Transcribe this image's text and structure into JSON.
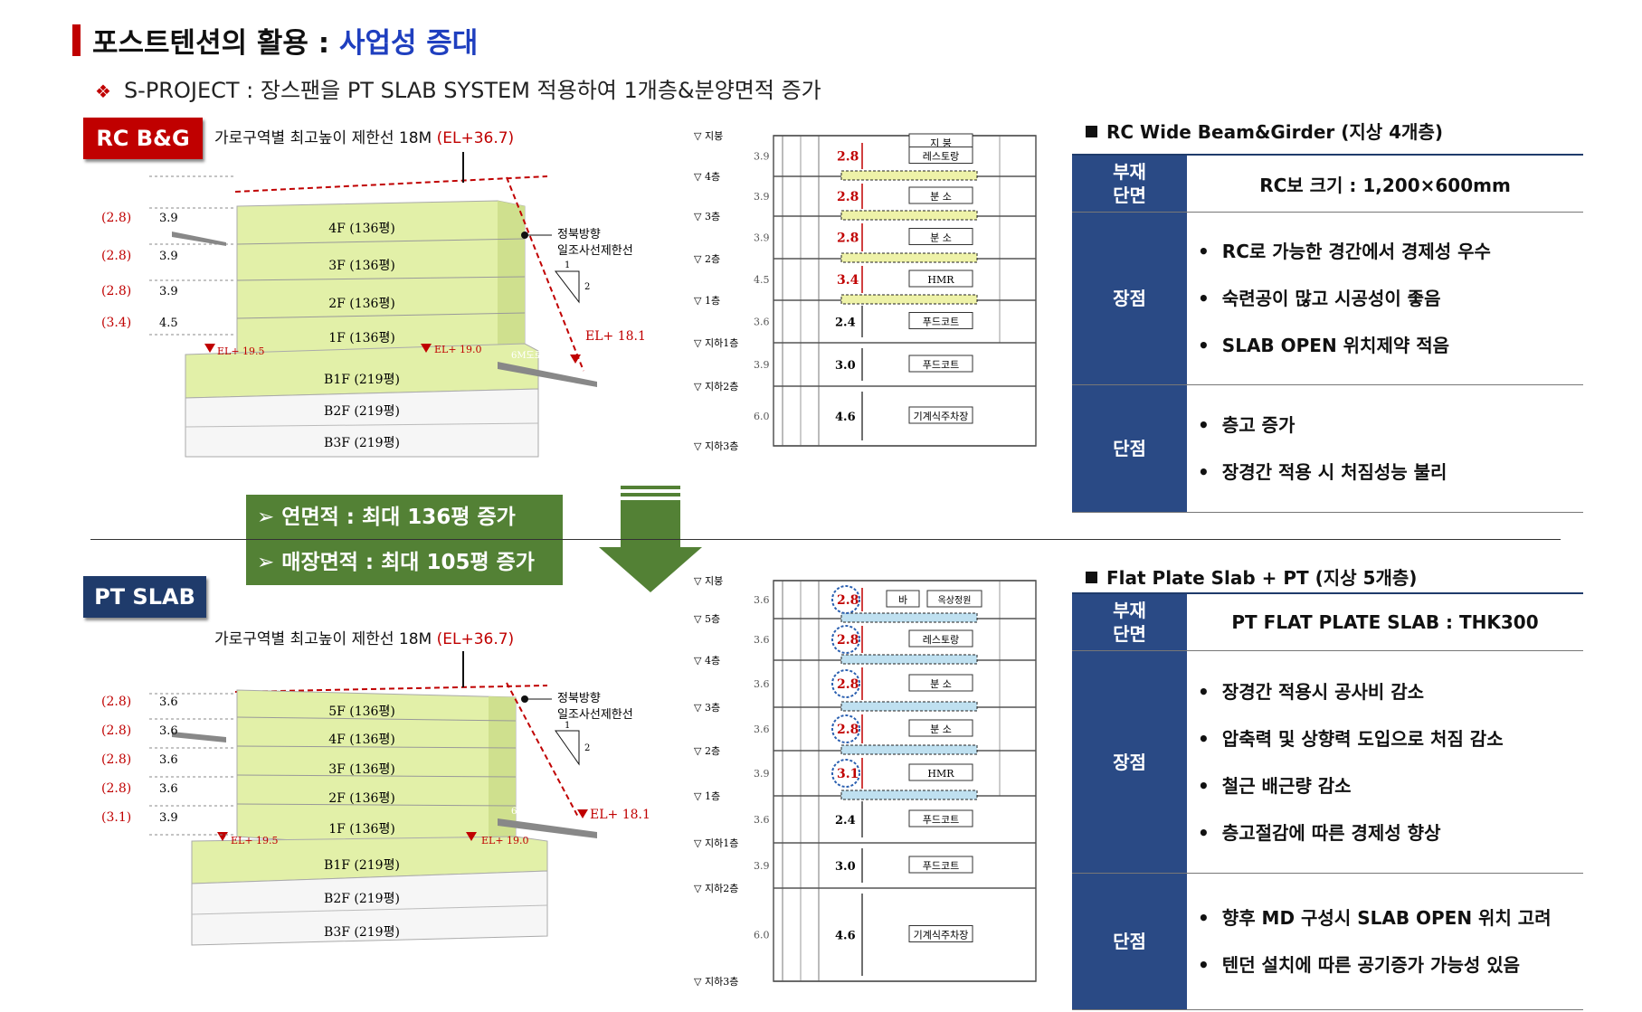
{
  "header": {
    "title_main": "포스트텐션의  활용 : ",
    "title_accent": "사업성 증대",
    "subtitle": "S-PROJECT : 장스팬을 PT SLAB SYSTEM 적용하여 1개층&분양면적 증가",
    "bullet_symbol": "❖"
  },
  "colors": {
    "red": "#c00000",
    "navy": "#1f3b6b",
    "green": "#538135",
    "lime": "#e2f0a8",
    "blue": "#1f3fbf"
  },
  "rc": {
    "tag": "RC B&G",
    "limit_text": "가로구역별 최고높이 제한선 18M ",
    "limit_el": "(EL+36.7)",
    "sunlight_label_1": "정북방향",
    "sunlight_label_2": "일조사선제한선",
    "ratio_top": "1",
    "ratio_side": "2",
    "el_left": "EL+ 19.5",
    "el_mid": "EL+ 19.0",
    "el_right": "EL+ 18.1",
    "road": "6M도로",
    "floors": [
      "4F (136평)",
      "3F (136평)",
      "2F (136평)",
      "1F (136평)",
      "B1F (219평)",
      "B2F (219평)",
      "B3F (219평)"
    ],
    "left_dims": [
      "(2.8)",
      "(2.8)",
      "(2.8)",
      "(3.4)"
    ],
    "left_heights": [
      "3.9",
      "3.9",
      "3.9",
      "4.5"
    ]
  },
  "pt": {
    "tag": "PT SLAB",
    "limit_text": "가로구역별 최고높이 제한선 18M ",
    "limit_el": "(EL+36.7)",
    "sunlight_label_1": "정북방향",
    "sunlight_label_2": "일조사선제한선",
    "ratio_top": "1",
    "ratio_side": "2",
    "el_left": "EL+ 19.5",
    "el_mid": "EL+ 19.0",
    "el_right": "EL+ 18.1",
    "road": "6M도로",
    "floors": [
      "5F (136평)",
      "4F (136평)",
      "3F (136평)",
      "2F (136평)",
      "1F (136평)",
      "B1F (219평)",
      "B2F (219평)",
      "B3F (219평)"
    ],
    "left_dims": [
      "(2.8)",
      "(2.8)",
      "(2.8)",
      "(2.8)",
      "(3.1)"
    ],
    "left_heights": [
      "3.6",
      "3.6",
      "3.6",
      "3.6",
      "3.9"
    ]
  },
  "summary": {
    "line1": "➢ 연면적 :  최대 136평 증가",
    "line2": "➢ 매장면적 : 최대 105평 증가"
  },
  "section_rc": {
    "level_labels": [
      "▽ 지붕",
      "▽ 4층",
      "▽ 3층",
      "▽ 2층",
      "▽ 1층",
      "▽ 지하1층",
      "▽ 지하2층",
      "▽ 지하3층"
    ],
    "story_heights": [
      "3.9",
      "3.9",
      "3.9",
      "4.5",
      "3.6",
      "3.9",
      "6.0"
    ],
    "clear_heights": [
      "2.8",
      "2.8",
      "2.8",
      "3.4",
      "2.4",
      "3.0",
      "4.6"
    ],
    "room_labels": [
      "지 붕",
      "레스토랑",
      "분 소",
      "분 소",
      "HMR",
      "푸드코트",
      "푸드코트",
      "기계식주차장"
    ]
  },
  "section_pt": {
    "level_labels": [
      "▽ 지붕",
      "▽ 5층",
      "▽ 4층",
      "▽ 3층",
      "▽ 2층",
      "▽ 1층",
      "▽ 지하1층",
      "▽ 지하2층",
      "▽ 지하3층"
    ],
    "story_heights": [
      "3.6",
      "3.6",
      "3.6",
      "3.6",
      "3.9",
      "3.6",
      "3.9",
      "6.0"
    ],
    "clear_heights": [
      "2.8",
      "2.8",
      "2.8",
      "2.8",
      "3.1",
      "2.4",
      "3.0",
      "4.6"
    ],
    "room_labels": [
      "바",
      "옥상정원",
      "레스토랑",
      "분 소",
      "분 소",
      "HMR",
      "푸드코트",
      "푸드코트",
      "기계식주차장"
    ]
  },
  "table_rc": {
    "heading": "RC Wide Beam&Girder (지상 4개층)",
    "member_label": "부재\n단면",
    "member_value": "RC보 크기 : 1,200×600mm",
    "pros_label": "장점",
    "pros": [
      "RC로 가능한 경간에서 경제성 우수",
      "숙련공이 많고 시공성이 좋음",
      "SLAB OPEN 위치제약 적음"
    ],
    "cons_label": "단점",
    "cons": [
      "층고 증가",
      "장경간 적용 시 처짐성능 불리"
    ]
  },
  "table_pt": {
    "heading": "Flat Plate Slab + PT (지상 5개층)",
    "member_label": "부재\n단면",
    "member_value": "PT FLAT PLATE SLAB : THK300",
    "pros_label": "장점",
    "pros": [
      "장경간 적용시 공사비 감소",
      "압축력 및 상향력 도입으로 처짐 감소",
      "철근 배근량 감소",
      "층고절감에 따른 경제성 향상"
    ],
    "cons_label": "단점",
    "cons": [
      "향후 MD 구성시 SLAB OPEN 위치 고려",
      "텐던 설치에 따른 공기증가 가능성 있음"
    ]
  }
}
